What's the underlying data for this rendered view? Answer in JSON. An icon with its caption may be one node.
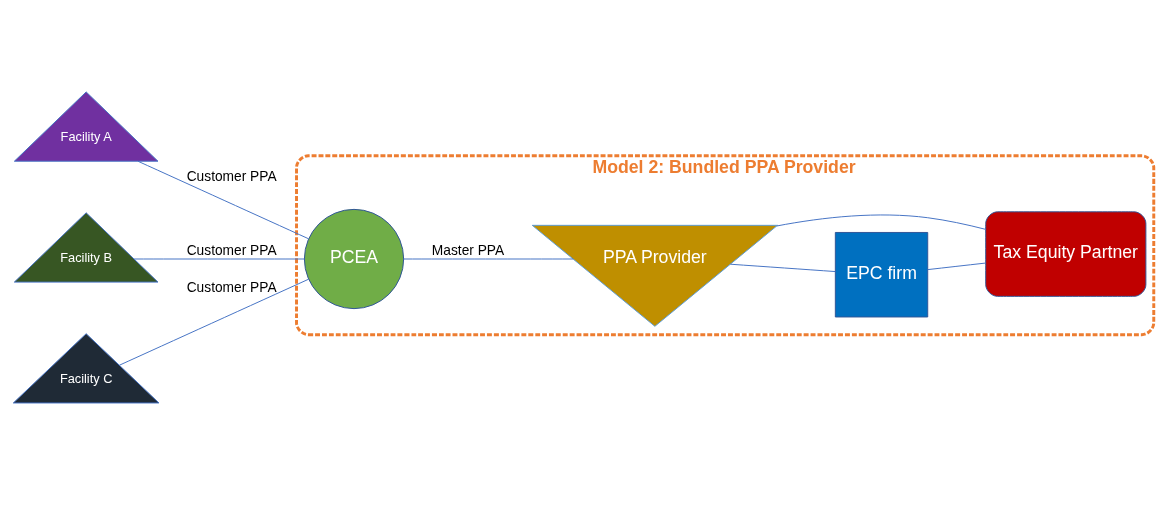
{
  "diagram": {
    "nodes": [
      {
        "text": [
          "Model 2: Bundled PPA Provider"
        ]
      },
      {
        "text": [
          "Facility A"
        ]
      },
      {
        "text": [
          "Facility B"
        ]
      },
      {
        "text": [
          "Facility C"
        ]
      },
      {
        "text": [
          "PCEA"
        ],
        "in": 0
      },
      {
        "text": [
          "PPA Provider"
        ],
        "in": 0
      },
      {
        "text": [
          "EPC firm"
        ],
        "in": 0
      },
      {
        "text": [
          "Tax Equity Partner"
        ],
        "in": 0
      }
    ],
    "edges": [
      {
        "from": 1,
        "to": 4,
        "arrow": "none",
        "label": "Customer PPA"
      },
      {
        "from": 2,
        "to": 4,
        "arrow": "none",
        "label": "Customer PPA"
      },
      {
        "from": 3,
        "to": 4,
        "arrow": "none",
        "label": "Customer PPA"
      },
      {
        "from": 4,
        "to": 5,
        "arrow": "none",
        "label": "Master PPA"
      },
      {
        "from": 5,
        "to": 6,
        "arrow": "none"
      },
      {
        "from": 5,
        "to": 7,
        "arrow": "none"
      },
      {
        "from": 6,
        "to": 7,
        "arrow": "none"
      }
    ]
  }
}
